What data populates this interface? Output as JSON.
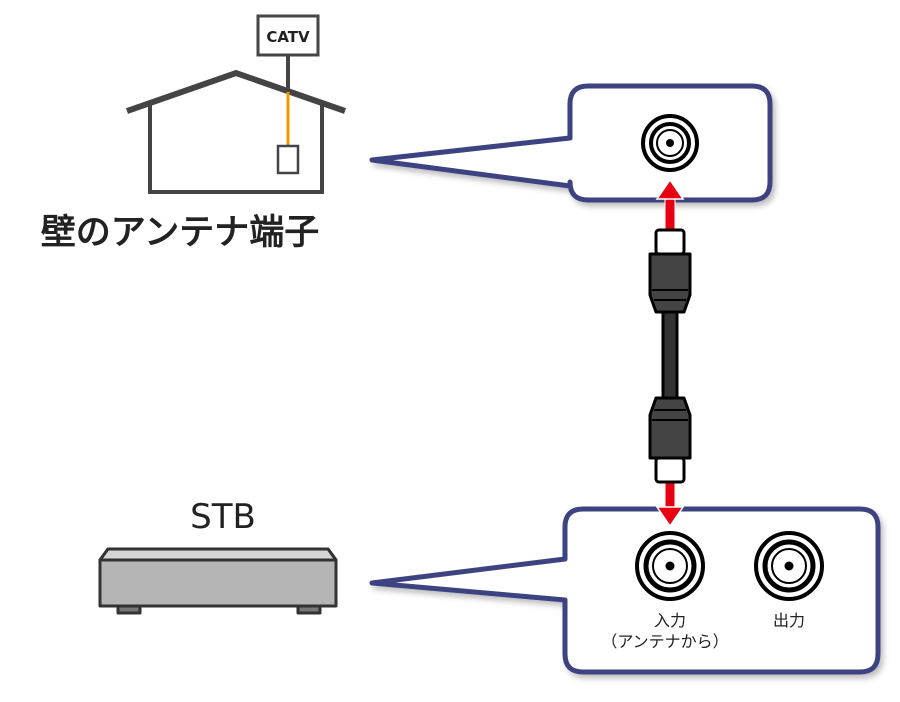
{
  "house": {
    "antenna_label": "CATV",
    "title": "壁のアンテナ端子"
  },
  "stb": {
    "title": "STB"
  },
  "ports": {
    "input_label": "入力",
    "input_sub": "（アンテナから）",
    "output_label": "出力"
  },
  "colors": {
    "frame": "#3d4380",
    "arrow": "#e60012",
    "cable": "#333333",
    "antenna_wire": "#f39800",
    "stb_body": "#b5b5b5"
  }
}
